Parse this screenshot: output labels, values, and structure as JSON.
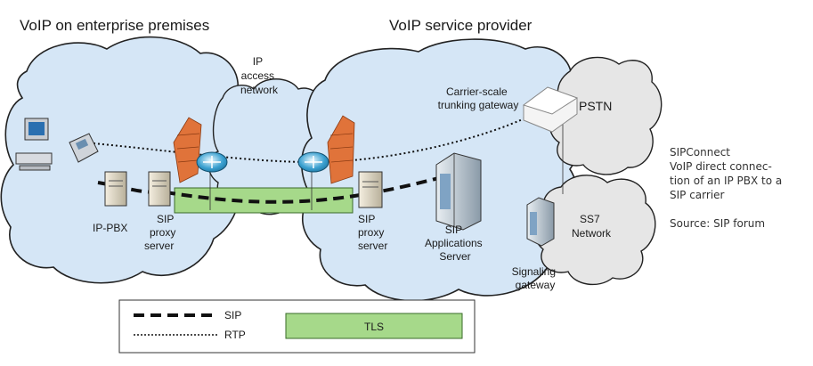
{
  "headings": {
    "enterprise": "VoIP on enterprise premises",
    "provider": "VoIP service provider"
  },
  "labels": {
    "ip_access_network": [
      "IP",
      "access",
      "network"
    ],
    "carrier_gateway": [
      "Carrier-scale",
      "trunking gateway"
    ],
    "pstn": "PSTN",
    "ss7_network": [
      "SS7",
      "Network"
    ],
    "ip_pbx": "IP-PBX",
    "sip_proxy_left": [
      "SIP",
      "proxy",
      "server"
    ],
    "sip_proxy_right": [
      "SIP",
      "proxy",
      "server"
    ],
    "sip_app_server": [
      "SIP",
      "Applications",
      "Server"
    ],
    "signaling_gateway": [
      "Signaling",
      "gateway"
    ]
  },
  "legend": {
    "sip": "SIP",
    "rtp": "RTP",
    "tls": "TLS"
  },
  "side_note": {
    "lines": [
      "SIPConnect",
      "VoIP direct connec-",
      "tion of an IP PBX to a",
      "SIP carrier"
    ],
    "source": "Source: SIP forum"
  },
  "colors": {
    "cloud_fill": "#d5e6f6",
    "cloud_stroke": "#222222",
    "grey_cloud_fill": "#e6e6e6",
    "tls_fill": "#a6d98a",
    "firewall": "#e0733a"
  }
}
